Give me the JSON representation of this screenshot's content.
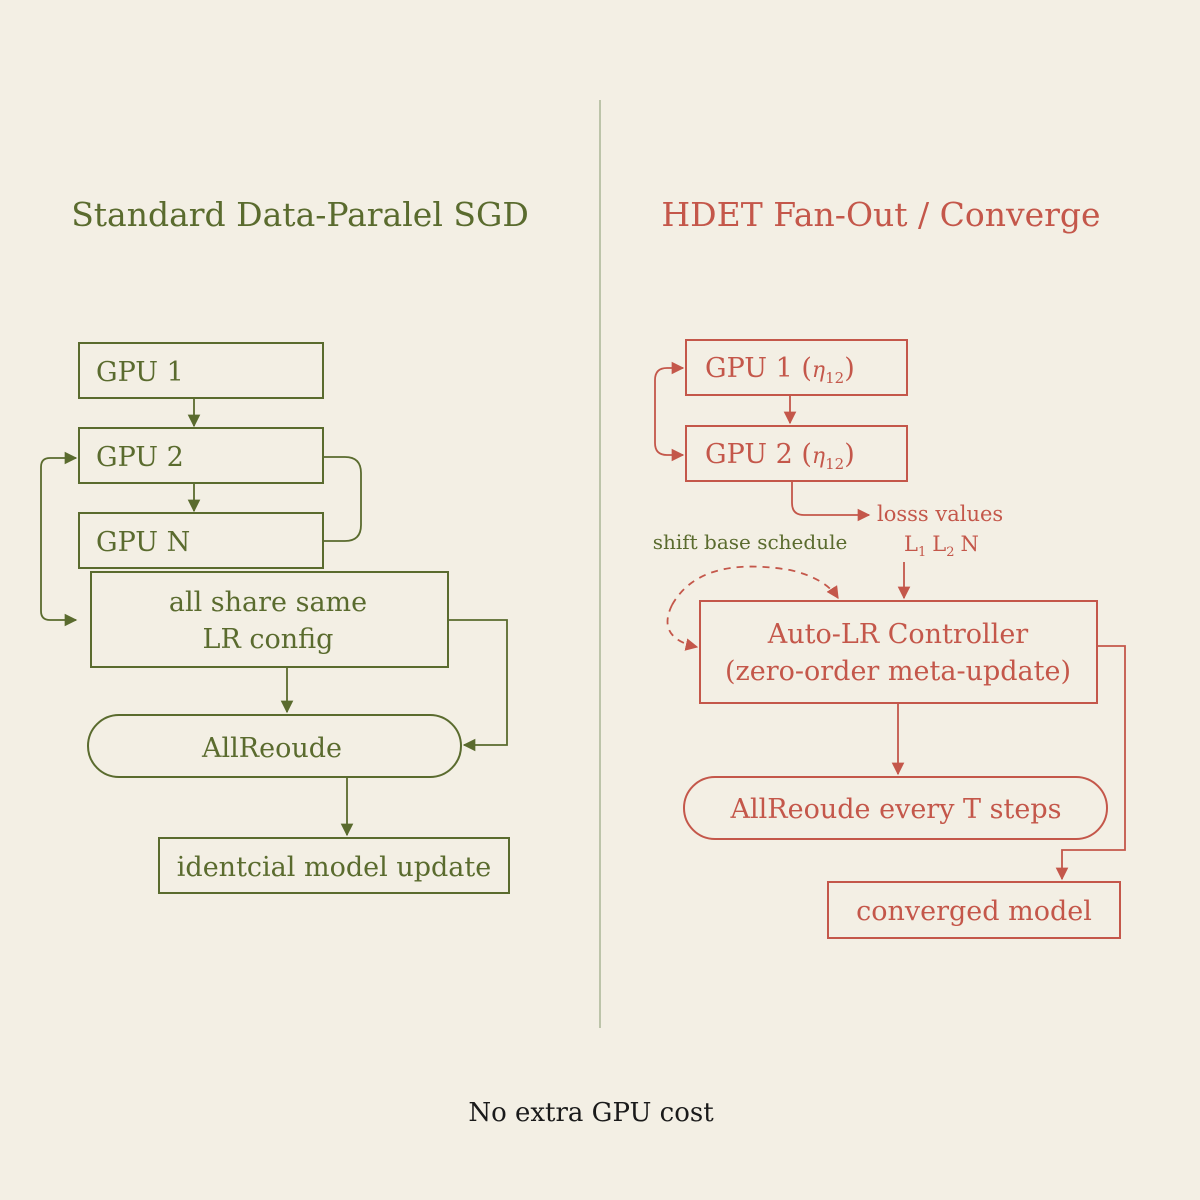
{
  "colors": {
    "background": "#f3efe4",
    "left_accent": "#5a6b2e",
    "right_accent": "#c4574a",
    "divider": "#a9b595",
    "footer_text": "#1a1a1a"
  },
  "left": {
    "title": "Standard Data-Paralel SGD",
    "gpu1": "GPU 1",
    "gpu2": "GPU 2",
    "gpuN": "GPU N",
    "share_line1": "all share same",
    "share_line2": "LR config",
    "allreduce": "AllReoude",
    "update": "identcial model update"
  },
  "right": {
    "title": "HDET Fan-Out / Converge",
    "gpu1_main": "GPU 1 (",
    "gpu1_sym": "η",
    "gpu1_sub": "12",
    "gpu1_close": ")",
    "gpu2_main": "GPU 2 (",
    "gpu2_sym": "η",
    "gpu2_sub": "12",
    "gpu2_close": ")",
    "loss_label": "losss values",
    "loss_L1": "L",
    "loss_L1_sub": "1",
    "loss_L2": "L",
    "loss_L2_sub": "2",
    "loss_N": "N",
    "shift_label": "shift base schedule",
    "controller_line1": "Auto-LR Controller",
    "controller_line2": "(zero-order meta-update)",
    "allreduce": "AllReoude every T steps",
    "converged": "converged model"
  },
  "footer": {
    "text": "No extra GPU cost"
  }
}
